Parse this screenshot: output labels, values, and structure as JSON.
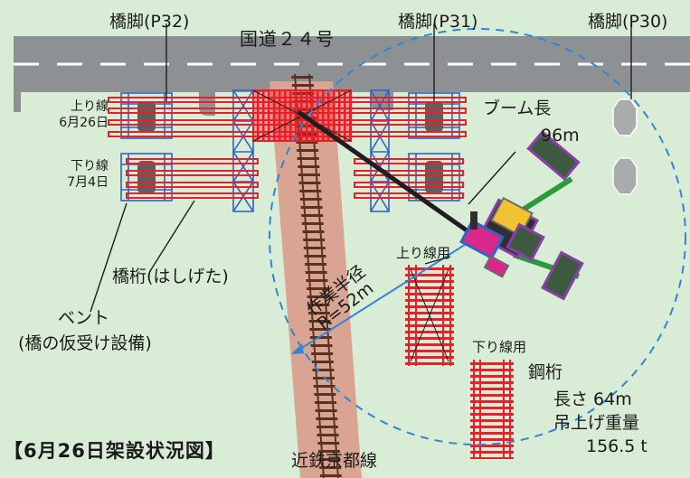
{
  "labels": {
    "pier_p32": "橋脚(P32)",
    "pier_p31": "橋脚(P31)",
    "pier_p30": "橋脚(P30)",
    "route24": "国道２４号",
    "up_line": "上り線",
    "up_date": "6月26日",
    "down_line": "下り線",
    "down_date": "7月4日",
    "boom_title": "ブーム長",
    "boom_value": "96m",
    "girder": "橋桁(はしげた)",
    "bent": "ベント",
    "bent_desc": "(橋の仮受け設備)",
    "work_radius": "作業半径",
    "radius_value": "R=52m",
    "up_line_use": "上り線用",
    "down_line_use": "下り線用",
    "steel_girder": "鋼桁",
    "length": "長さ 64m",
    "lift_weight": "吊上げ重量",
    "lift_value": "156.5 t",
    "caption": "【6月26日架設状況図】",
    "railway": "近鉄京都線"
  },
  "colors": {
    "background": "#d9ecd6",
    "road": "#8e9193",
    "railway_band": "#d9a592",
    "rail_track": "#5a3320",
    "girder_red": "#e8202a",
    "bent_blue": "#2e63c8",
    "crane_boom": "#1e1e1e",
    "radius_line": "#2f86d6",
    "pier_gray": "#5e5e60"
  }
}
